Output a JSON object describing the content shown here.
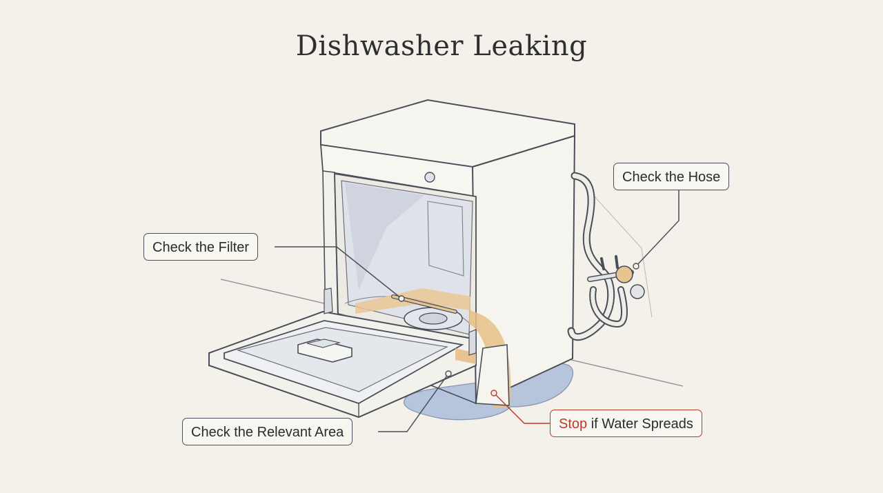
{
  "title": "Dishwasher Leaking",
  "callouts": {
    "hose": "Check the Hose",
    "filter": "Check the Filter",
    "area": "Check the Relevant Area",
    "stop_word": "Stop",
    "stop_rest": " if Water Spreads"
  },
  "colors": {
    "background": "#f3f1ea",
    "ink": "#4a4e58",
    "highlight": "#e8bf86",
    "water": "#a9b9d2",
    "alert": "#c0392b"
  }
}
